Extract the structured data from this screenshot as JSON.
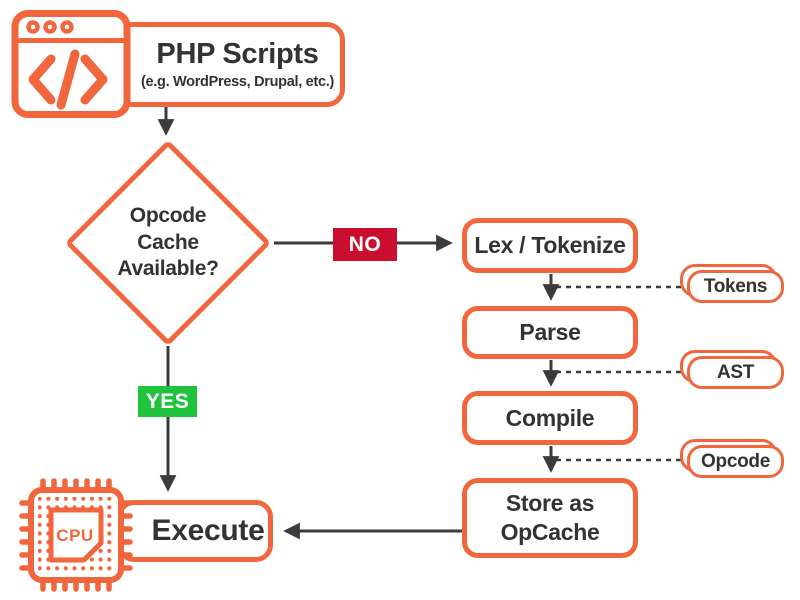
{
  "colors": {
    "accent_orange": "#F1663C",
    "no_red": "#CB0E2F",
    "yes_green": "#20C43C",
    "text_dark": "#333333",
    "arrow_gray": "#3B3B3B"
  },
  "nodes": {
    "php_scripts": {
      "title": "PHP Scripts",
      "subtitle": "(e.g. WordPress, Drupal, etc.)"
    },
    "decision": {
      "label": "Opcode\nCache\nAvailable?"
    },
    "lex": {
      "label": "Lex / Tokenize"
    },
    "parse": {
      "label": "Parse"
    },
    "compile": {
      "label": "Compile"
    },
    "store": {
      "label": "Store as\nOpCache"
    },
    "execute": {
      "label": "Execute"
    }
  },
  "branches": {
    "no": "NO",
    "yes": "YES"
  },
  "artifacts": {
    "tokens": "Tokens",
    "ast": "AST",
    "opcode": "Opcode"
  },
  "cpu_icon_label": "CPU"
}
